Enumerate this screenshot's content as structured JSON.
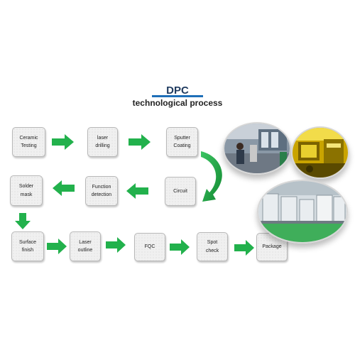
{
  "title": "DPC",
  "subtitle": "technological process",
  "steps": {
    "ceramic_testing": [
      "Ceramic",
      "Testing"
    ],
    "laser_drilling": [
      "laser",
      "drilling"
    ],
    "sputter_coating": [
      "Sputter",
      "Coating"
    ],
    "circuit": [
      "Circuit"
    ],
    "function_detection": [
      "Function",
      "detection"
    ],
    "solder_mask": [
      "Solder",
      "mask"
    ],
    "surface_finish": [
      "Surface",
      "finish"
    ],
    "laser_outline": [
      "Laser",
      "outline"
    ],
    "fqc": [
      "FQC"
    ],
    "spot_check": [
      "Spot",
      "check"
    ],
    "package": [
      "Package"
    ]
  },
  "colors": {
    "arrow": "#22b14c",
    "arrow_dark": "#178a37",
    "title": "#1f3a5f",
    "title_rule": "#1e6fb8"
  },
  "photos": [
    "factory-photo-operators",
    "factory-photo-yellow-equipment",
    "factory-photo-production-line"
  ]
}
